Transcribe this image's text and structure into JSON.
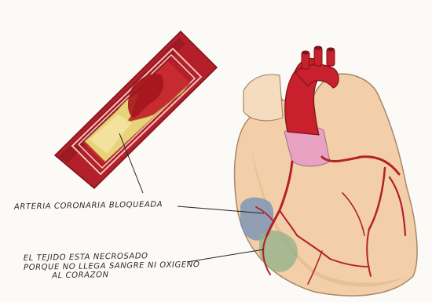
{
  "labels": {
    "artery": "ARTERIA CORONARIA BLOQUEADA",
    "necrosis_line1": "EL TEJIDO ESTA NECROSADO",
    "necrosis_line2": "PORQUE NO LLEGA SANGRE NI OXIGENO",
    "necrosis_line3": "AL CORAZON"
  },
  "colors": {
    "background": "#fbfaf6",
    "artery_wall": "#b3202a",
    "plaque": "#e8d27a",
    "heart_tissue": "#f2cfa8",
    "aorta": "#c8202c",
    "pulmonary": "#e7a3c1",
    "necrosis_blue": "#6f8fb8",
    "necrosis_green": "#8fb08a"
  }
}
